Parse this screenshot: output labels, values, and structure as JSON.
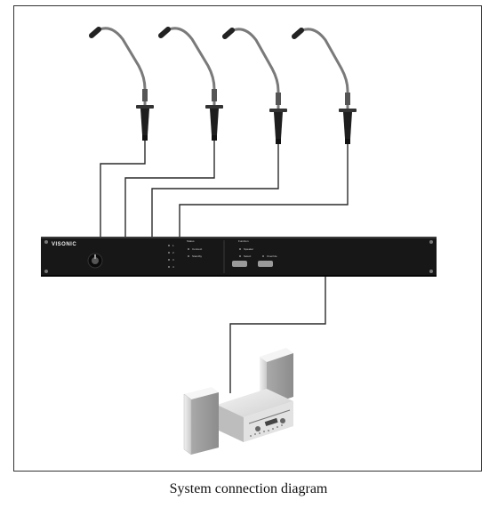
{
  "caption": "System connection diagram",
  "unit": {
    "brand": "VISONIC",
    "channels": [
      "1",
      "2",
      "3",
      "4"
    ],
    "status_labels": [
      "Status",
      "Connect",
      "Standby"
    ],
    "function_labels": [
      "Function",
      "Speaker",
      "Select",
      "Override"
    ]
  },
  "microphone_count": 4,
  "colors": {
    "rack": "#151515",
    "cable": "#2a2a2a",
    "speaker": "#e4e4e4",
    "amplifier": "#dadada"
  }
}
